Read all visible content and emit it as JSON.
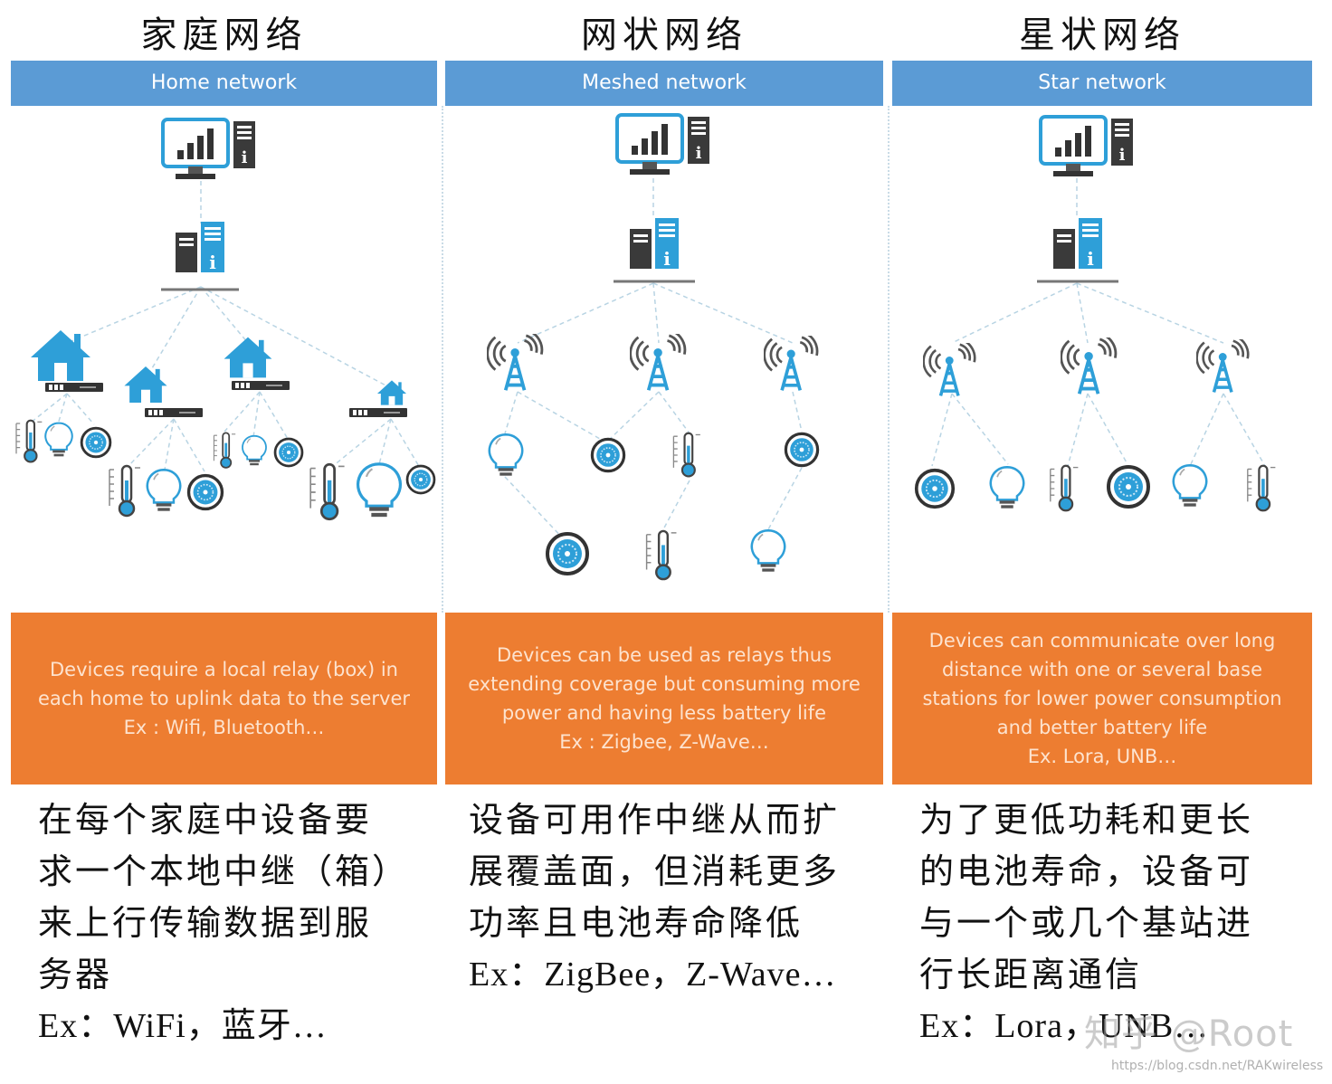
{
  "columns": [
    {
      "cn_title": "家庭网络",
      "banner": "Home network",
      "box_lines": [
        "Devices require a local relay (box) in",
        "each home to uplink data to the server",
        "Ex : Wifi, Bluetooth…"
      ],
      "cn_lines": [
        "在每个家庭中设备要",
        "求一个本地中继（箱）",
        "来上行传输数据到服",
        "务器"
      ],
      "cn_ex": "Ex：WiFi，蓝牙…"
    },
    {
      "cn_title": "网状网络",
      "banner": "Meshed network",
      "box_lines": [
        "Devices can be used as relays thus",
        "extending coverage but consuming more",
        "power and having less battery life",
        "Ex : Zigbee, Z-Wave…"
      ],
      "cn_lines": [
        "设备可用作中继从而扩",
        "展覆盖面，但消耗更多",
        "功率且电池寿命降低"
      ],
      "cn_ex": "Ex：ZigBee，Z-Wave…"
    },
    {
      "cn_title": "星状网络",
      "banner": "Star network",
      "box_lines": [
        "Devices can communicate over long",
        "distance with one or several base",
        "stations for lower power consumption",
        "and better battery life",
        "Ex. Lora, UNB…"
      ],
      "cn_lines": [
        "为了更低功耗和更长",
        "的电池寿命，设备可",
        "与一个或几个基站进",
        "行长距离通信"
      ],
      "cn_ex": "Ex：Lora，UNB…"
    }
  ],
  "watermark": "知乎 @Root",
  "watermark_url": "https://blog.csdn.net/RAKwireless",
  "colors": {
    "banner": "#5b9bd5",
    "box": "#ed7d31",
    "icon": "#2e9fd8",
    "dark": "#3a3a3a",
    "line": "#b8d4e3"
  },
  "icons": [
    "monitor-chart-icon",
    "server-icon",
    "house-icon",
    "router-box-icon",
    "antenna-tower-icon",
    "thermometer-icon",
    "light-bulb-icon",
    "sensor-disc-icon"
  ]
}
